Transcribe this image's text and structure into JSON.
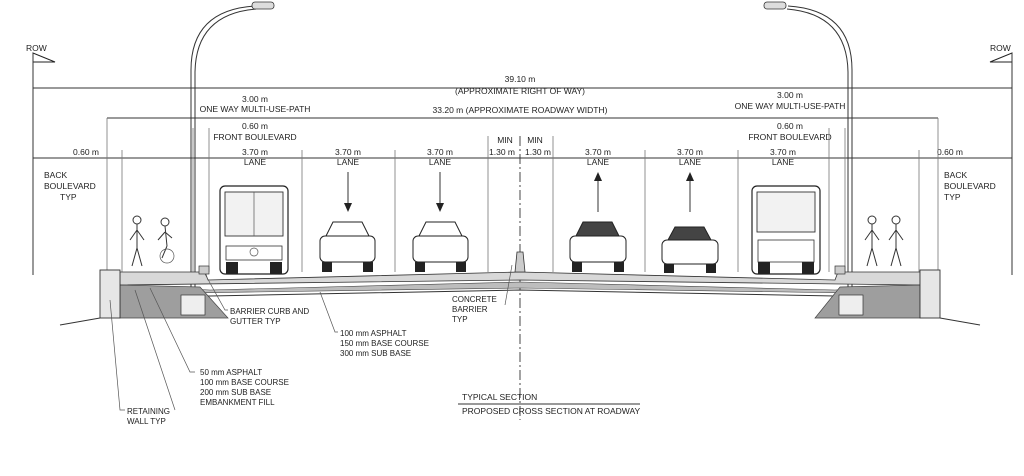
{
  "row_left": "ROW",
  "row_right": "ROW",
  "row_width": {
    "value": "39.10 m",
    "note": "(APPROXIMATE RIGHT OF WAY)"
  },
  "roadway_width": "33.20 m (APPROXIMATE ROADWAY WIDTH)",
  "mup_left": {
    "dim": "3.00 m",
    "label": "ONE WAY MULTI-USE-PATH"
  },
  "mup_right": {
    "dim": "3.00 m",
    "label": "ONE WAY MULTI-USE-PATH"
  },
  "front_blvd_left": {
    "dim": "0.60 m",
    "label": "FRONT BOULEVARD"
  },
  "front_blvd_right": {
    "dim": "0.60 m",
    "label": "FRONT BOULEVARD"
  },
  "back_blvd_left": {
    "dim": "0.60 m",
    "l1": "BACK",
    "l2": "BOULEVARD",
    "l3": "TYP"
  },
  "back_blvd_right": {
    "dim": "0.60 m",
    "l1": "BACK",
    "l2": "BOULEVARD",
    "l3": "TYP"
  },
  "lanes": [
    {
      "dim": "3.70 m",
      "label": "LANE"
    },
    {
      "dim": "3.70 m",
      "label": "LANE"
    },
    {
      "dim": "3.70 m",
      "label": "LANE"
    },
    {
      "dim": "3.70 m",
      "label": "LANE"
    },
    {
      "dim": "3.70 m",
      "label": "LANE"
    },
    {
      "dim": "3.70 m",
      "label": "LANE"
    }
  ],
  "median_left": {
    "min": "MIN",
    "dim": "1.30 m"
  },
  "median_right": {
    "min": "MIN",
    "dim": "1.30 m"
  },
  "notes": {
    "barrier_curb": [
      "BARRIER CURB AND",
      "GUTTER TYP"
    ],
    "roadway_pavement": [
      "100 mm ASPHALT",
      "150 mm BASE COURSE",
      "300 mm SUB BASE"
    ],
    "concrete_barrier": [
      "CONCRETE",
      "BARRIER",
      "TYP"
    ],
    "path_pavement": [
      "50 mm ASPHALT",
      "100 mm BASE COURSE",
      "200 mm SUB BASE",
      "EMBANKMENT FILL"
    ],
    "retaining_wall": [
      "RETAINING",
      "WALL TYP"
    ]
  },
  "title": "TYPICAL SECTION",
  "subtitle": "PROPOSED CROSS SECTION AT ROADWAY"
}
